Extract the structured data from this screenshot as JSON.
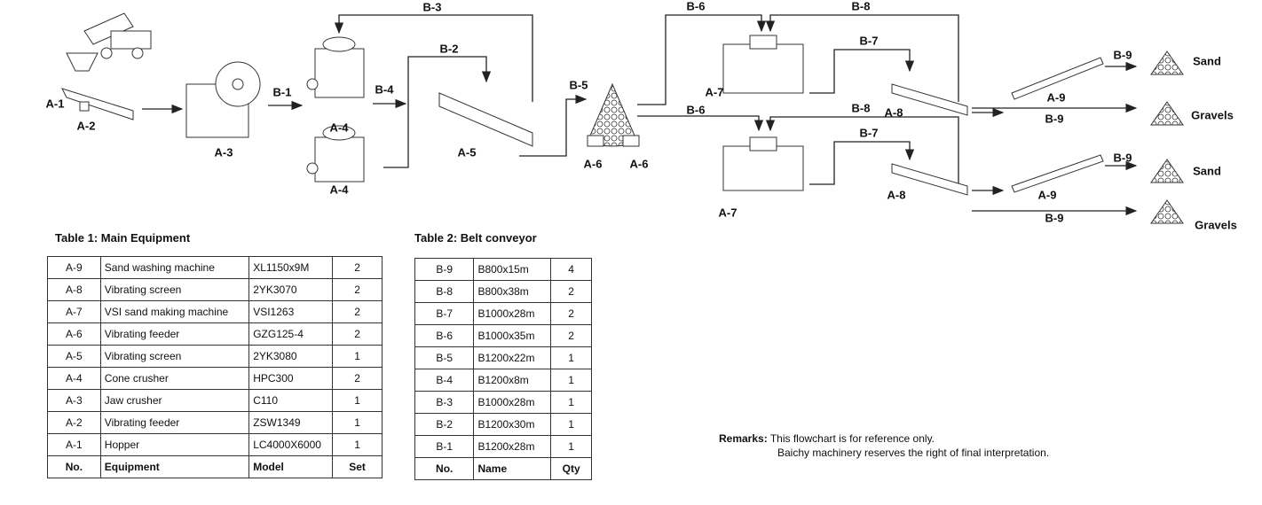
{
  "diagram": {
    "labels": {
      "a1": "A-1",
      "a2": "A-2",
      "a3": "A-3",
      "a4": "A-4",
      "a5": "A-5",
      "a6": "A-6",
      "a7": "A-7",
      "a8": "A-8",
      "a9": "A-9",
      "b1": "B-1",
      "b2": "B-2",
      "b3": "B-3",
      "b4": "B-4",
      "b5": "B-5",
      "b6": "B-6",
      "b7": "B-7",
      "b8": "B-8",
      "b9": "B-9"
    },
    "outputs": {
      "sand": "Sand",
      "gravels": "Gravels"
    }
  },
  "table1": {
    "title": "Table 1: Main Equipment",
    "rows": [
      [
        "A-9",
        "Sand washing machine",
        "XL1150x9M",
        "2"
      ],
      [
        "A-8",
        "Vibrating screen",
        "2YK3070",
        "2"
      ],
      [
        "A-7",
        "VSI sand making machine",
        "VSI1263",
        "2"
      ],
      [
        "A-6",
        "Vibrating feeder",
        "GZG125-4",
        "2"
      ],
      [
        "A-5",
        "Vibrating screen",
        "2YK3080",
        "1"
      ],
      [
        "A-4",
        "Cone crusher",
        "HPC300",
        "2"
      ],
      [
        "A-3",
        "Jaw crusher",
        "C110",
        "1"
      ],
      [
        "A-2",
        "Vibrating feeder",
        "ZSW1349",
        "1"
      ],
      [
        "A-1",
        "Hopper",
        "LC4000X6000",
        "1"
      ]
    ],
    "header": [
      "No.",
      "Equipment",
      "Model",
      "Set"
    ]
  },
  "table2": {
    "title": "Table 2: Belt conveyor",
    "rows": [
      [
        "B-9",
        "B800x15m",
        "4"
      ],
      [
        "B-8",
        "B800x38m",
        "2"
      ],
      [
        "B-7",
        "B1000x28m",
        "2"
      ],
      [
        "B-6",
        "B1000x35m",
        "2"
      ],
      [
        "B-5",
        "B1200x22m",
        "1"
      ],
      [
        "B-4",
        "B1200x8m",
        "1"
      ],
      [
        "B-3",
        "B1000x28m",
        "1"
      ],
      [
        "B-2",
        "B1200x30m",
        "1"
      ],
      [
        "B-1",
        "B1200x28m",
        "1"
      ]
    ],
    "header": [
      "No.",
      "Name",
      "Qty"
    ]
  },
  "remarks": {
    "label": "Remarks:",
    "line1": "This flowchart is for reference only.",
    "line2": "Baichy machinery reserves the right of final interpretation."
  }
}
